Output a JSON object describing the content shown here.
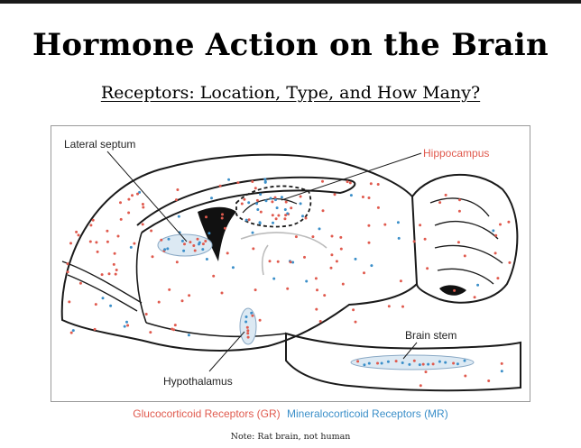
{
  "title": "Hormone Action on the Brain",
  "subtitle": "Receptors: Location, Type, and How Many?",
  "diagram": {
    "labels": {
      "lateral_septum": "Lateral septum",
      "hippocampus": "Hippocampus",
      "brain_stem": "Brain stem",
      "hypothalamus": "Hypothalamus"
    },
    "colors": {
      "gr": "#e05a4e",
      "mr": "#3b8fc9",
      "outline": "#1a1a1a",
      "region_fill": "#dce9f3"
    }
  },
  "legend": {
    "gr": "Glucocorticoid Receptors (GR)",
    "mr": "Mineralocorticoid Receptors (MR)"
  },
  "note": "Note: Rat brain, not human"
}
